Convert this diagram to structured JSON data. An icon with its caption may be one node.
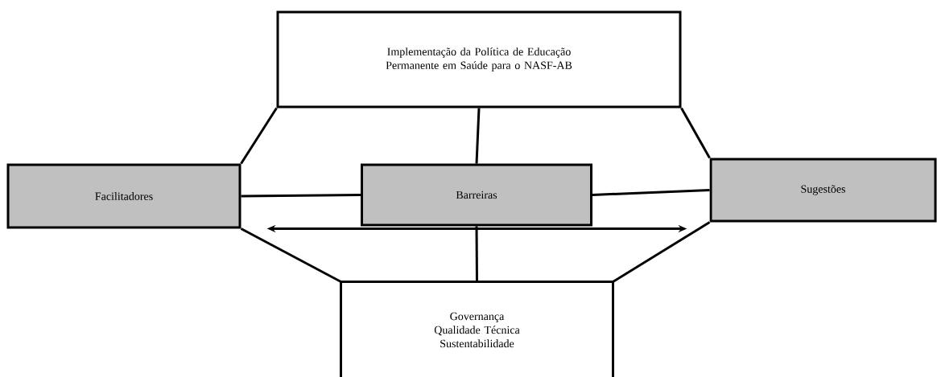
{
  "diagram": {
    "nodes": [
      {
        "text": [
          "Implementação da Política de Educação Permanente em Saúde para o NASF-AB"
        ]
      },
      {
        "text": [
          "Facilitadores"
        ]
      },
      {
        "text": [
          "Barreiras"
        ]
      },
      {
        "text": [
          "Sugestões"
        ]
      },
      {
        "text": [
          "Governança Qualidade Técnica Sustentabilidade"
        ]
      }
    ],
    "edges": [
      {
        "from": 0,
        "to": 1,
        "arrow": "none"
      },
      {
        "from": 0,
        "to": 3,
        "arrow": "none"
      },
      {
        "from": 0,
        "to": 2,
        "arrow": "none"
      },
      {
        "from": 1,
        "to": 2,
        "arrow": "none"
      },
      {
        "from": 2,
        "to": 3,
        "arrow": "none"
      },
      {
        "from": 1,
        "to": 4,
        "arrow": "none"
      },
      {
        "from": 3,
        "to": 4,
        "arrow": "none"
      },
      {
        "from": 2,
        "to": 4,
        "arrow": "none"
      },
      {
        "from": 1,
        "to": 3,
        "arrow": "both"
      }
    ]
  }
}
